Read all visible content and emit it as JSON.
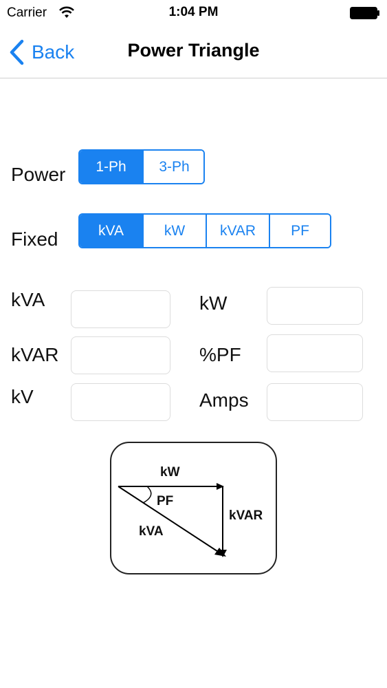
{
  "status_bar": {
    "carrier": "Carrier",
    "time": "1:04 PM",
    "wifi_icon": "wifi-icon",
    "battery_icon": "battery-icon"
  },
  "nav": {
    "back_label": "Back",
    "title": "Power Triangle",
    "back_icon": "chevron-left-icon",
    "accent_color": "#1a82f0"
  },
  "power": {
    "label": "Power",
    "options": [
      "1-Ph",
      "3-Ph"
    ],
    "selected": "1-Ph"
  },
  "fixed": {
    "label": "Fixed",
    "options": [
      "kVA",
      "kW",
      "kVAR",
      "PF"
    ],
    "selected": "kVA"
  },
  "fields": {
    "kva": {
      "label": "kVA",
      "value": ""
    },
    "kw": {
      "label": "kW",
      "value": ""
    },
    "kvar": {
      "label": "kVAR",
      "value": ""
    },
    "pf": {
      "label": "%PF",
      "value": ""
    },
    "kv": {
      "label": "kV",
      "value": ""
    },
    "amps": {
      "label": "Amps",
      "value": ""
    }
  },
  "diagram": {
    "kw_label": "kW",
    "pf_label": "PF",
    "kva_label": "kVA",
    "kvar_label": "kVAR"
  }
}
